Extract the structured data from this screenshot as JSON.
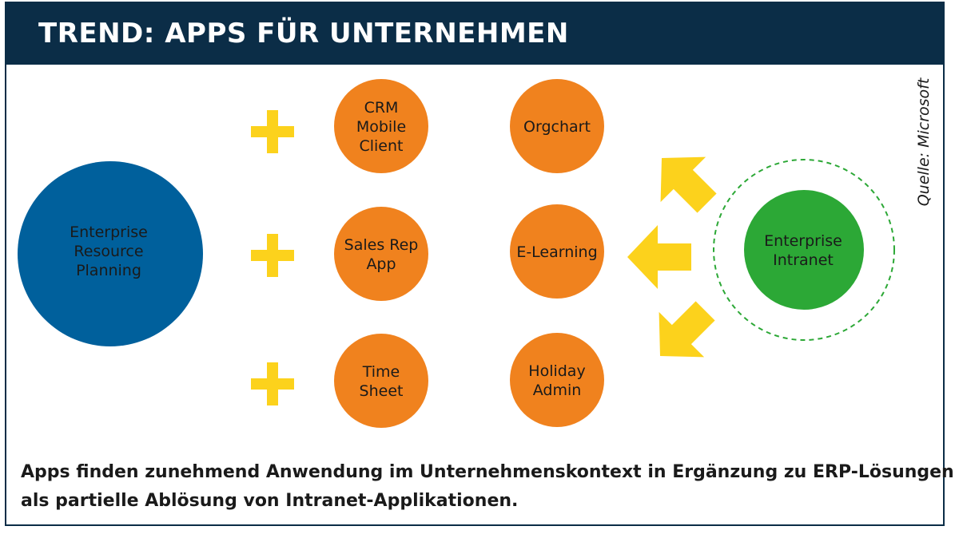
{
  "header": {
    "title": "TREND: APPS FÜR UNTERNEHMEN"
  },
  "source": "Quelle: Microsoft",
  "erp": {
    "label_lines": [
      "Enterprise",
      "Resource",
      "Planning"
    ],
    "color": "#00609c",
    "text_color": "#1a1a1a"
  },
  "intranet": {
    "label_lines": [
      "Enterprise",
      "Intranet"
    ],
    "color": "#2ca836",
    "ring_color": "#2ca836",
    "text_color": "#1a1a1a"
  },
  "apps_left": [
    {
      "label_lines": [
        "CRM",
        "Mobile",
        "Client"
      ]
    },
    {
      "label_lines": [
        "Sales Rep",
        "App"
      ]
    },
    {
      "label_lines": [
        "Time",
        "Sheet"
      ]
    }
  ],
  "apps_right": [
    {
      "label_lines": [
        "Orgchart"
      ]
    },
    {
      "label_lines": [
        "E-Learning"
      ]
    },
    {
      "label_lines": [
        "Holiday",
        "Admin"
      ]
    }
  ],
  "colors": {
    "app_circle": "#f0821e",
    "app_text": "#1a1a1a",
    "plus": "#fcd21c",
    "arrow": "#fcd21c"
  },
  "caption": {
    "line1": "Apps finden zunehmend Anwendung im Unternehmenskontext in Ergänzung zu ERP-Lösungen und",
    "line2": "als partielle Ablösung von Intranet-Applikationen."
  }
}
